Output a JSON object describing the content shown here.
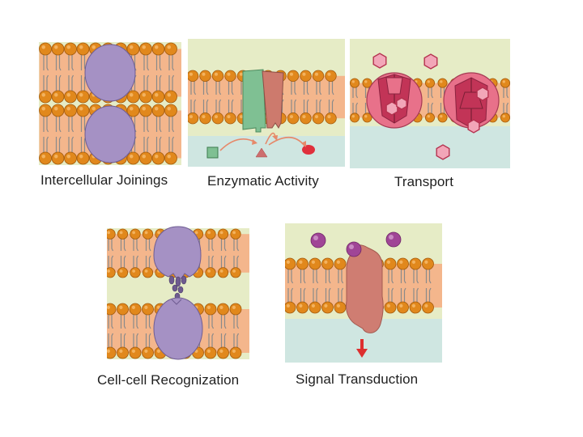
{
  "captions": {
    "intercellular_joinings": "Intercellular Joinings",
    "enzymatic_activity": "Enzymatic Activity",
    "transport": "Transport",
    "cell_cell_recognization": "Cell-cell  Recognization",
    "signal_transduction": "Signal Transduction"
  },
  "colors": {
    "membrane_bg_top": "#e6ecc6",
    "membrane_bg_bottom": "#cfe6e1",
    "tail_band": "#f4b68c",
    "lipid_head": "#e1881c",
    "lipid_head_rim": "#a35a0c",
    "lipid_tail": "#8a8a8a",
    "junction_protein": "#a591c4",
    "enzyme_green": "#7fc093",
    "enzyme_red": "#cd7a6d",
    "transport_protein": "#e45f7b",
    "receptor_protein": "#cf7d72",
    "signal_molecule": "#a04596",
    "arrow_red": "#dd2f2f"
  }
}
